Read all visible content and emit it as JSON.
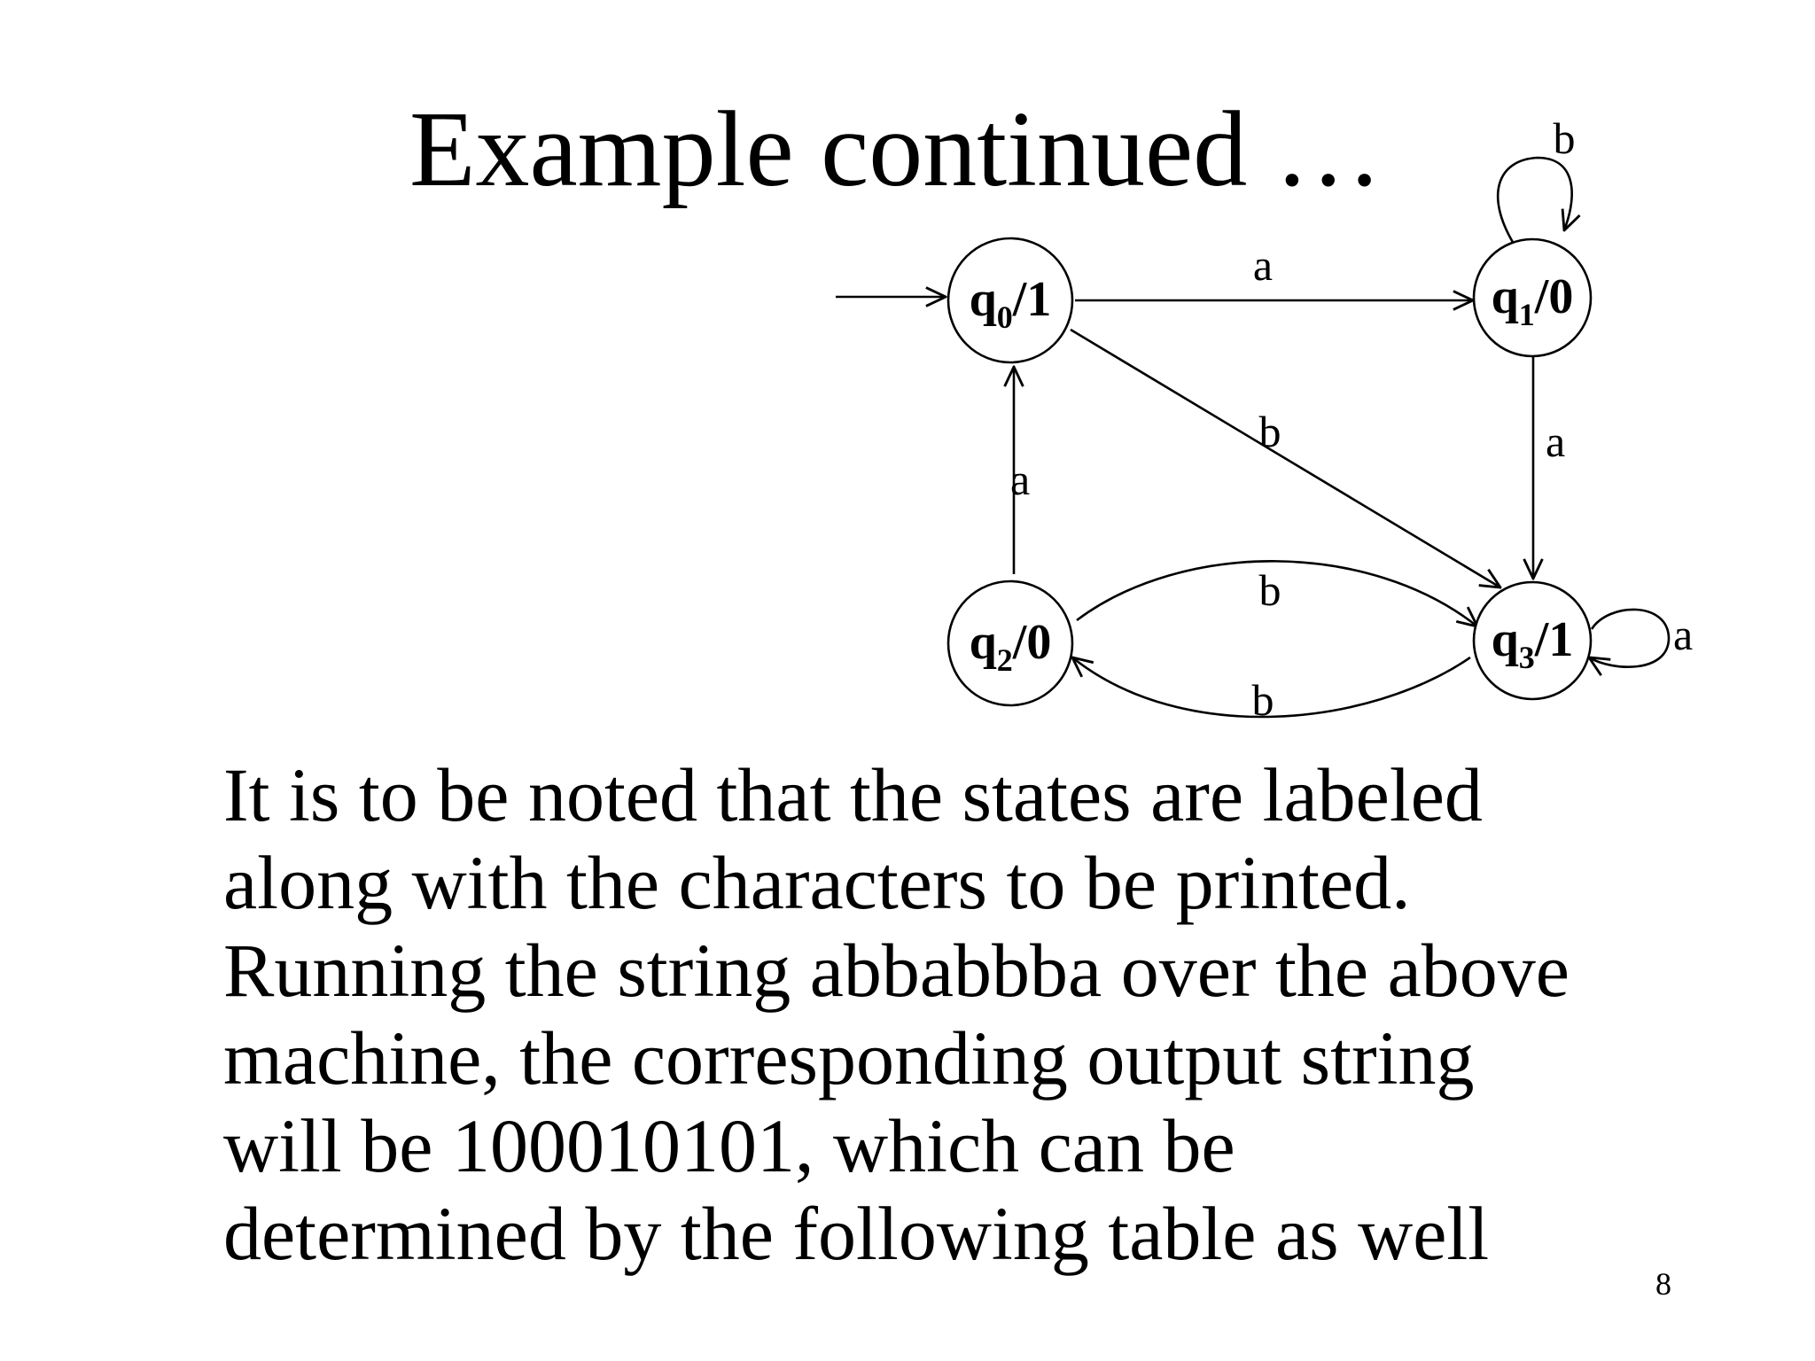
{
  "slide": {
    "title": "Example continued …",
    "page_number": "8"
  },
  "diagram": {
    "states": [
      {
        "id": "q0",
        "name": "q",
        "sub": "0",
        "output": "/1",
        "start": true
      },
      {
        "id": "q1",
        "name": "q",
        "sub": "1",
        "output": "/0"
      },
      {
        "id": "q2",
        "name": "q",
        "sub": "2",
        "output": "/0"
      },
      {
        "id": "q3",
        "name": "q",
        "sub": "3",
        "output": "/1"
      }
    ],
    "transitions": [
      {
        "from": "q0",
        "to": "q1",
        "label": "a"
      },
      {
        "from": "q0",
        "to": "q3",
        "label": "b"
      },
      {
        "from": "q1",
        "to": "q1",
        "label": "b"
      },
      {
        "from": "q1",
        "to": "q3",
        "label": "a"
      },
      {
        "from": "q2",
        "to": "q0",
        "label": "a"
      },
      {
        "from": "q2",
        "to": "q3",
        "label": "b"
      },
      {
        "from": "q3",
        "to": "q2",
        "label": "b"
      },
      {
        "from": "q3",
        "to": "q3",
        "label": "a"
      }
    ]
  },
  "body_lines": [
    "It is to be noted that the states are labeled",
    "along with the characters to be printed.",
    "Running the string abbabbba over the above",
    "machine, the corresponding output string",
    "will be 100010101, which can be",
    "determined by the following table as well"
  ]
}
